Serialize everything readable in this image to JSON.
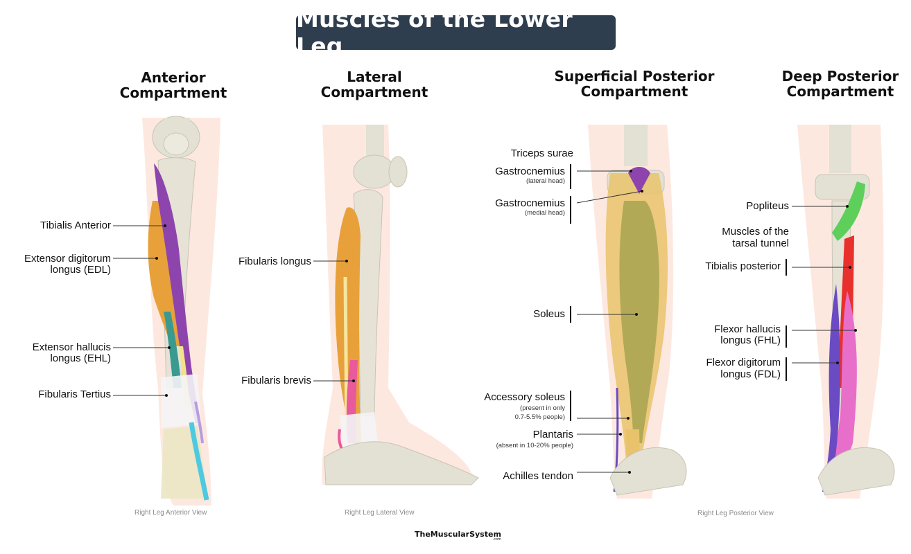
{
  "title": "Muscles of the Lower Leg",
  "panels": [
    {
      "heading_line1": "Anterior",
      "heading_line2": "Compartment",
      "caption": "Right Leg Anterior View"
    },
    {
      "heading_line1": "Lateral",
      "heading_line2": "Compartment",
      "caption": "Right Leg Lateral View"
    },
    {
      "heading_line1": "Superficial Posterior",
      "heading_line2": "Compartment",
      "caption": "Right Leg Posterior View"
    },
    {
      "heading_line1": "Deep Posterior",
      "heading_line2": "Compartment",
      "caption": ""
    }
  ],
  "labels": {
    "anterior": {
      "tibialis_anterior": "Tibialis Anterior",
      "edl_1": "Extensor digitorum",
      "edl_2": "longus (EDL)",
      "ehl_1": "Extensor hallucis",
      "ehl_2": "longus (EHL)",
      "fibularis_tertius": "Fibularis Tertius"
    },
    "lateral": {
      "fibularis_longus": "Fibularis longus",
      "fibularis_brevis": "Fibularis brevis"
    },
    "superficial_posterior": {
      "triceps_surae": "Triceps surae",
      "gastroc_lateral": "Gastrocnemius",
      "gastroc_lateral_sub": "(lateral head)",
      "gastroc_medial": "Gastrocnemius",
      "gastroc_medial_sub": "(medial head)",
      "soleus": "Soleus",
      "accessory_soleus": "Accessory soleus",
      "accessory_soleus_sub1": "(present in only",
      "accessory_soleus_sub2": "0.7-5.5% people)",
      "plantaris": "Plantaris",
      "plantaris_sub": "(absent in 10-20% people)",
      "achilles": "Achilles tendon"
    },
    "deep_posterior": {
      "popliteus": "Popliteus",
      "tarsal_1": "Muscles of the",
      "tarsal_2": "tarsal tunnel",
      "tibialis_posterior": "Tibialis posterior",
      "fhl_1": "Flexor hallucis",
      "fhl_2": "longus (FHL)",
      "fdl_1": "Flexor digitorum",
      "fdl_2": "longus (FDL)"
    }
  },
  "footer": {
    "brand": "TheMuscularSystem",
    "suffix": ".com"
  },
  "colors": {
    "title_bg": "#2f3e4e",
    "skin": "#fde8e0",
    "bone": "#e3e0d4",
    "tibialis_anterior": "#8e44ad",
    "edl": "#e8a13a",
    "ehl": "#3a9a8f",
    "fibularis_tertius": "#f2e38a",
    "fibularis_longus": "#e8a13a",
    "fibularis_brevis": "#e85a9c",
    "gastrocnemius": "#e9c36b",
    "soleus": "#a8a350",
    "popliteus": "#5dcf5a",
    "tibialis_posterior": "#e8302c",
    "fhl": "#e86fc9",
    "fdl": "#6a4bc4",
    "extensor_tendon_cyan": "#4fc9e0"
  }
}
